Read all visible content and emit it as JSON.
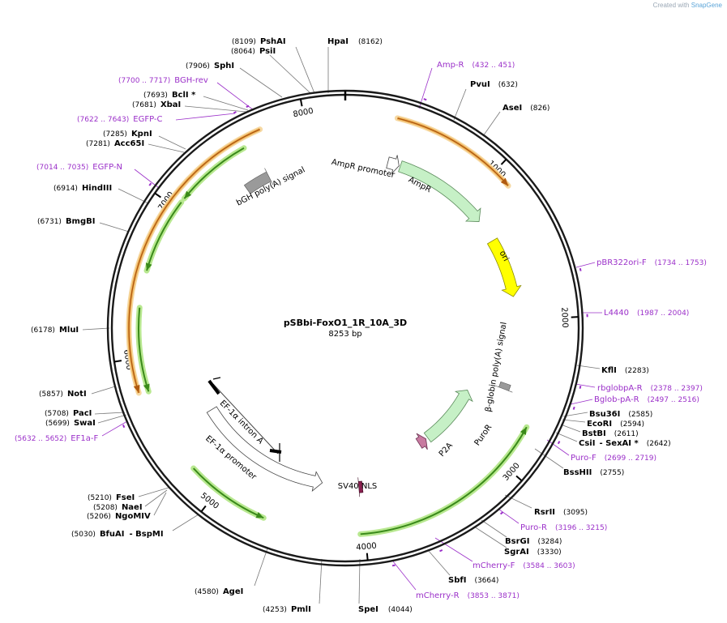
{
  "watermark": {
    "prefix": "Created with",
    "brand": "SnapGene"
  },
  "plasmid": {
    "name": "pSBbi-FoxO1_1R_10A_3D",
    "size": "8253 bp"
  },
  "ticks": [
    "1000",
    "2000",
    "3000",
    "4000",
    "5000",
    "6000",
    "7000",
    "8000"
  ],
  "enzymes": [
    {
      "name": "HpaI",
      "pos": "(8162)"
    },
    {
      "name": "PshAI",
      "pos": "(8109)"
    },
    {
      "name": "PsiI",
      "pos": "(8064)"
    },
    {
      "name": "SphI",
      "pos": "(7906)"
    },
    {
      "name": "BclI *",
      "pos": "(7693)"
    },
    {
      "name": "XbaI",
      "pos": "(7681)"
    },
    {
      "name": "KpnI",
      "pos": "(7285)"
    },
    {
      "name": "Acc65I",
      "pos": "(7281)"
    },
    {
      "name": "HindIII",
      "pos": "(6914)"
    },
    {
      "name": "BmgBI",
      "pos": "(6731)"
    },
    {
      "name": "MluI",
      "pos": "(6178)"
    },
    {
      "name": "NotI",
      "pos": "(5857)"
    },
    {
      "name": "PacI",
      "pos": "(5708)"
    },
    {
      "name": "SwaI",
      "pos": "(5699)"
    },
    {
      "name": "FseI",
      "pos": "(5210)"
    },
    {
      "name": "NaeI",
      "pos": "(5208)"
    },
    {
      "name": "NgoMIV",
      "pos": "(5206)"
    },
    {
      "name": "BfuAI",
      "pos": "(5030)"
    },
    {
      "name": "- BspMI",
      "pos": ""
    },
    {
      "name": "AgeI",
      "pos": "(4580)"
    },
    {
      "name": "PmlI",
      "pos": "(4253)"
    },
    {
      "name": "SpeI",
      "pos": "(4044)"
    },
    {
      "name": "SbfI",
      "pos": "(3664)"
    },
    {
      "name": "SgrAI",
      "pos": "(3330)"
    },
    {
      "name": "BsrGI",
      "pos": "(3284)"
    },
    {
      "name": "RsrII",
      "pos": "(3095)"
    },
    {
      "name": "BssHII",
      "pos": "(2755)"
    },
    {
      "name": "CsiI",
      "pos": ""
    },
    {
      "name": "- SexAI *",
      "pos": "(2642)"
    },
    {
      "name": "BstBI",
      "pos": "(2611)"
    },
    {
      "name": "EcoRI",
      "pos": "(2594)"
    },
    {
      "name": "Bsu36I",
      "pos": "(2585)"
    },
    {
      "name": "KflI",
      "pos": "(2283)"
    },
    {
      "name": "PvuI",
      "pos": "(632)"
    },
    {
      "name": "AseI",
      "pos": "(826)"
    }
  ],
  "primers": [
    {
      "name": "Amp-R",
      "range": "(432 .. 451)"
    },
    {
      "name": "pBR322ori-F",
      "range": "(1734 .. 1753)"
    },
    {
      "name": "L4440",
      "range": "(1987 .. 2004)"
    },
    {
      "name": "rbglobpA-R",
      "range": "(2378 .. 2397)"
    },
    {
      "name": "Bglob-pA-R",
      "range": "(2497 .. 2516)"
    },
    {
      "name": "Puro-F",
      "range": "(2699 .. 2719)"
    },
    {
      "name": "Puro-R",
      "range": "(3196 .. 3215)"
    },
    {
      "name": "mCherry-F",
      "range": "(3584 .. 3603)"
    },
    {
      "name": "mCherry-R",
      "range": "(3853 .. 3871)"
    },
    {
      "name": "EF1a-F",
      "range": "(5632 .. 5652)"
    },
    {
      "name": "EGFP-N",
      "range": "(7014 .. 7035)"
    },
    {
      "name": "EGFP-C",
      "range": "(7622 .. 7643)"
    },
    {
      "name": "BGH-rev",
      "range": "(7700 .. 7717)"
    }
  ],
  "features": [
    {
      "name": "AmpR promoter"
    },
    {
      "name": "AmpR"
    },
    {
      "name": "ori"
    },
    {
      "name": "β-globin poly(A) signal"
    },
    {
      "name": "PuroR"
    },
    {
      "name": "P2A"
    },
    {
      "name": "SV40 NLS"
    },
    {
      "name": "EF-1α promoter"
    },
    {
      "name": "EF-1α intron A"
    },
    {
      "name": "bGH poly(A) signal"
    }
  ],
  "colors": {
    "backbone": "#1a1a1a",
    "primer": "#9b30c9",
    "amp": "#c6f0c6",
    "ori": "#ffff00",
    "orf_outline": "#f0b860",
    "orf_line": "#b05a10",
    "green_line": "#3a8a1a",
    "green_glow": "#b8e890",
    "grey_feature": "#9a9a9a",
    "p2a": "#c87aa0",
    "nls": "#8a2050"
  }
}
